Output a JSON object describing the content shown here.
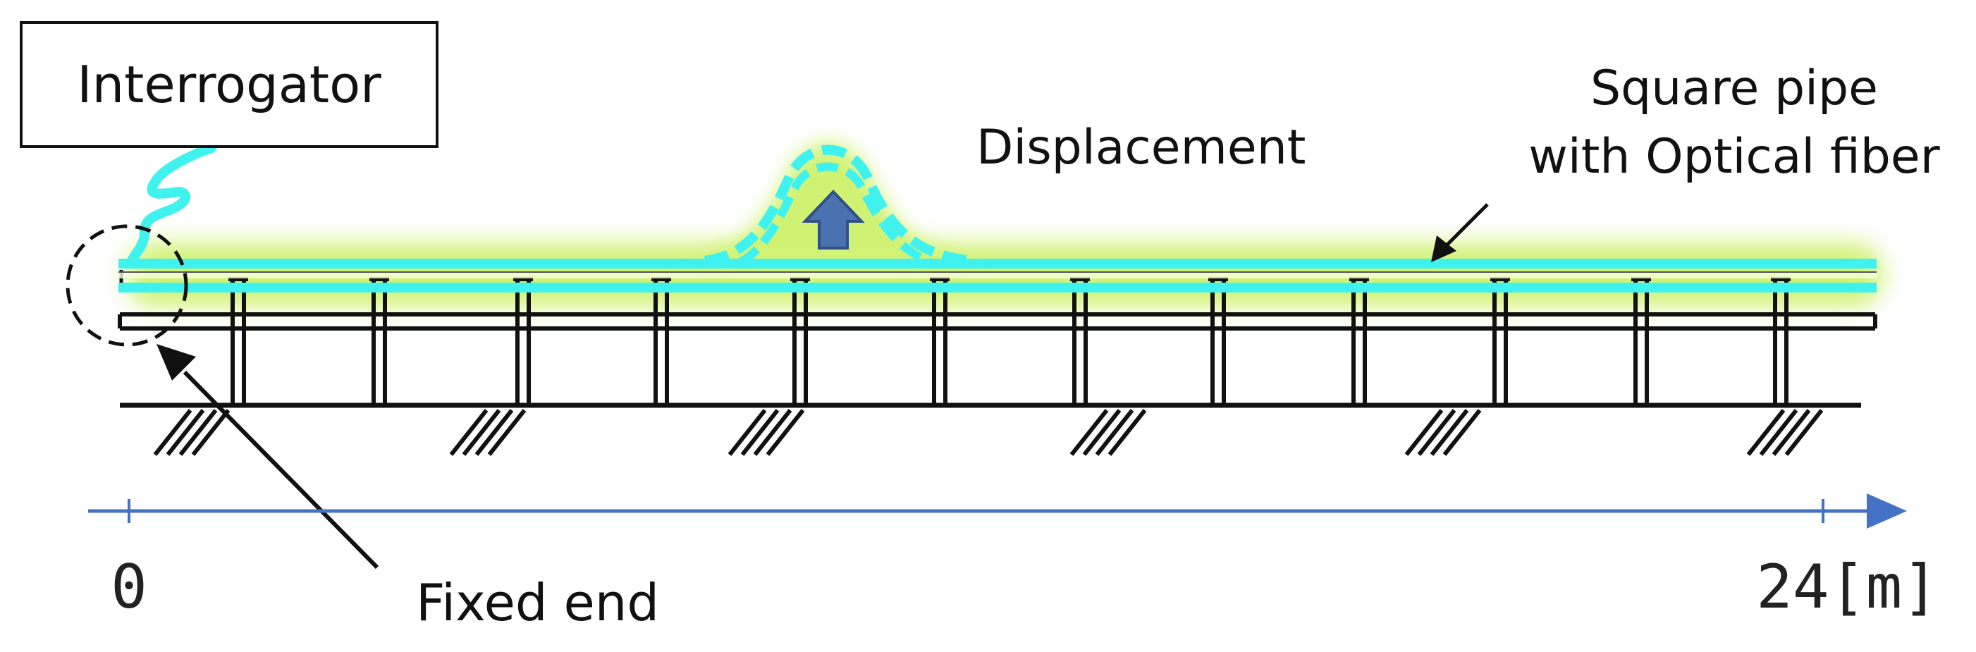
{
  "labels": {
    "interrogator": "Interrogator",
    "displacement": "Displacement",
    "pipe_line1": "Square pipe",
    "pipe_line2": "with Optical fiber",
    "fixed_end": "Fixed end"
  },
  "scale": {
    "start": "0",
    "end": "24[m]"
  },
  "colors": {
    "fiber": "#3ff2f0",
    "glow": "#c8f05a",
    "axis": "#4472c4",
    "arrow": "#4a72b0",
    "structure": "#111111"
  }
}
